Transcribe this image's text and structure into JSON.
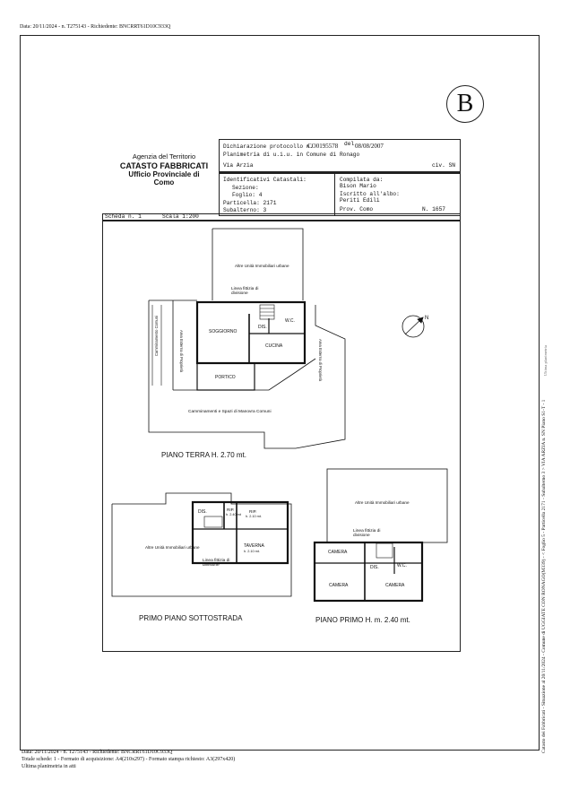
{
  "top_header": "Data: 20/11/2024 - n. T275143 - Richiedente: BNCRRT61D10C933Q",
  "badge_letter": "B",
  "agency": {
    "line1": "Agenzia del Territorio",
    "line2": "CATASTO FABBRICATI",
    "line3": "Ufficio Provinciale di",
    "line4": "Como"
  },
  "declaration": {
    "protocol_label": "Dichiarazione protocollo n.",
    "protocol_number": "CO0195578",
    "date_label": "del",
    "date": "08/08/2007",
    "planimetry": "Planimetria di u.i.u. in Comune di Ronago",
    "address": "Via Arzia",
    "civ": "civ. SN"
  },
  "identifiers": {
    "title": "Identificativi Catastali:",
    "sezione": "Sezione:",
    "foglio": "Foglio: 4",
    "particella": "Particella: 2171",
    "subalterno": "Subalterno: 3"
  },
  "compiled": {
    "label": "Compilata da:",
    "name": "Bison Mario",
    "albo": "Iscritto all'albo:",
    "albo_value": "Periti Edili",
    "prov": "Prov. Como",
    "number": "N. 1657"
  },
  "scheda": {
    "label": "Scheda n. 1",
    "scale": "Scala 1:200"
  },
  "plan_labels": {
    "altre_unita": "Altre Unità Immobiliari urbane",
    "linea_fittizia": "Linea fittizia di divisione",
    "soggiorno": "SOGGIORNO",
    "dis": "DIS.",
    "wc": "W.C.",
    "cucina": "CUCINA",
    "portico": "PORTICO",
    "camminamento": "Camminamento Comuni",
    "area_esterna": "Area Esterna di Proprietà",
    "camminamenti_spazi": "Camminamenti e Spazi di Manovra Comuni",
    "north": "N",
    "piano_terra": "PIANO TERRA H. 2.70 mt.",
    "rip1": "RIP.",
    "rip1_h": "h. 2.40 mt",
    "rip2": "RIP.",
    "rip2_h": "h. 2.10 mt.",
    "taverna": "TAVERNA",
    "taverna_h": "h. 2.10 mt.",
    "primo_sottostrada": "PRIMO PIANO SOTTOSTRADA",
    "camera": "CAMERA",
    "wc2": "W.C.",
    "piano_primo": "PIANO PRIMO H. m. 2.40 mt."
  },
  "right_margin_text": "Catasto dei Fabbricati - Situazione al 20/11/2024 - Comune di UGGIATE CON RONAGO(M339) - < Foglio 5 - Particella 2171 - Subalterno 3 > VIA ARZIA n. SN Piano S1-T - 1",
  "right_small": "Ultima planimetria",
  "footer": {
    "line1": "Data: 20/11/2024 - n. T275143 - Richiedente: BNCRRT61D10C933Q",
    "line2": "Totale schede: 1 - Formato di acquisizione: A4(210x297) - Formato stampa richiesto: A3(297x420)",
    "line3": "Ultima planimetria in atti"
  }
}
